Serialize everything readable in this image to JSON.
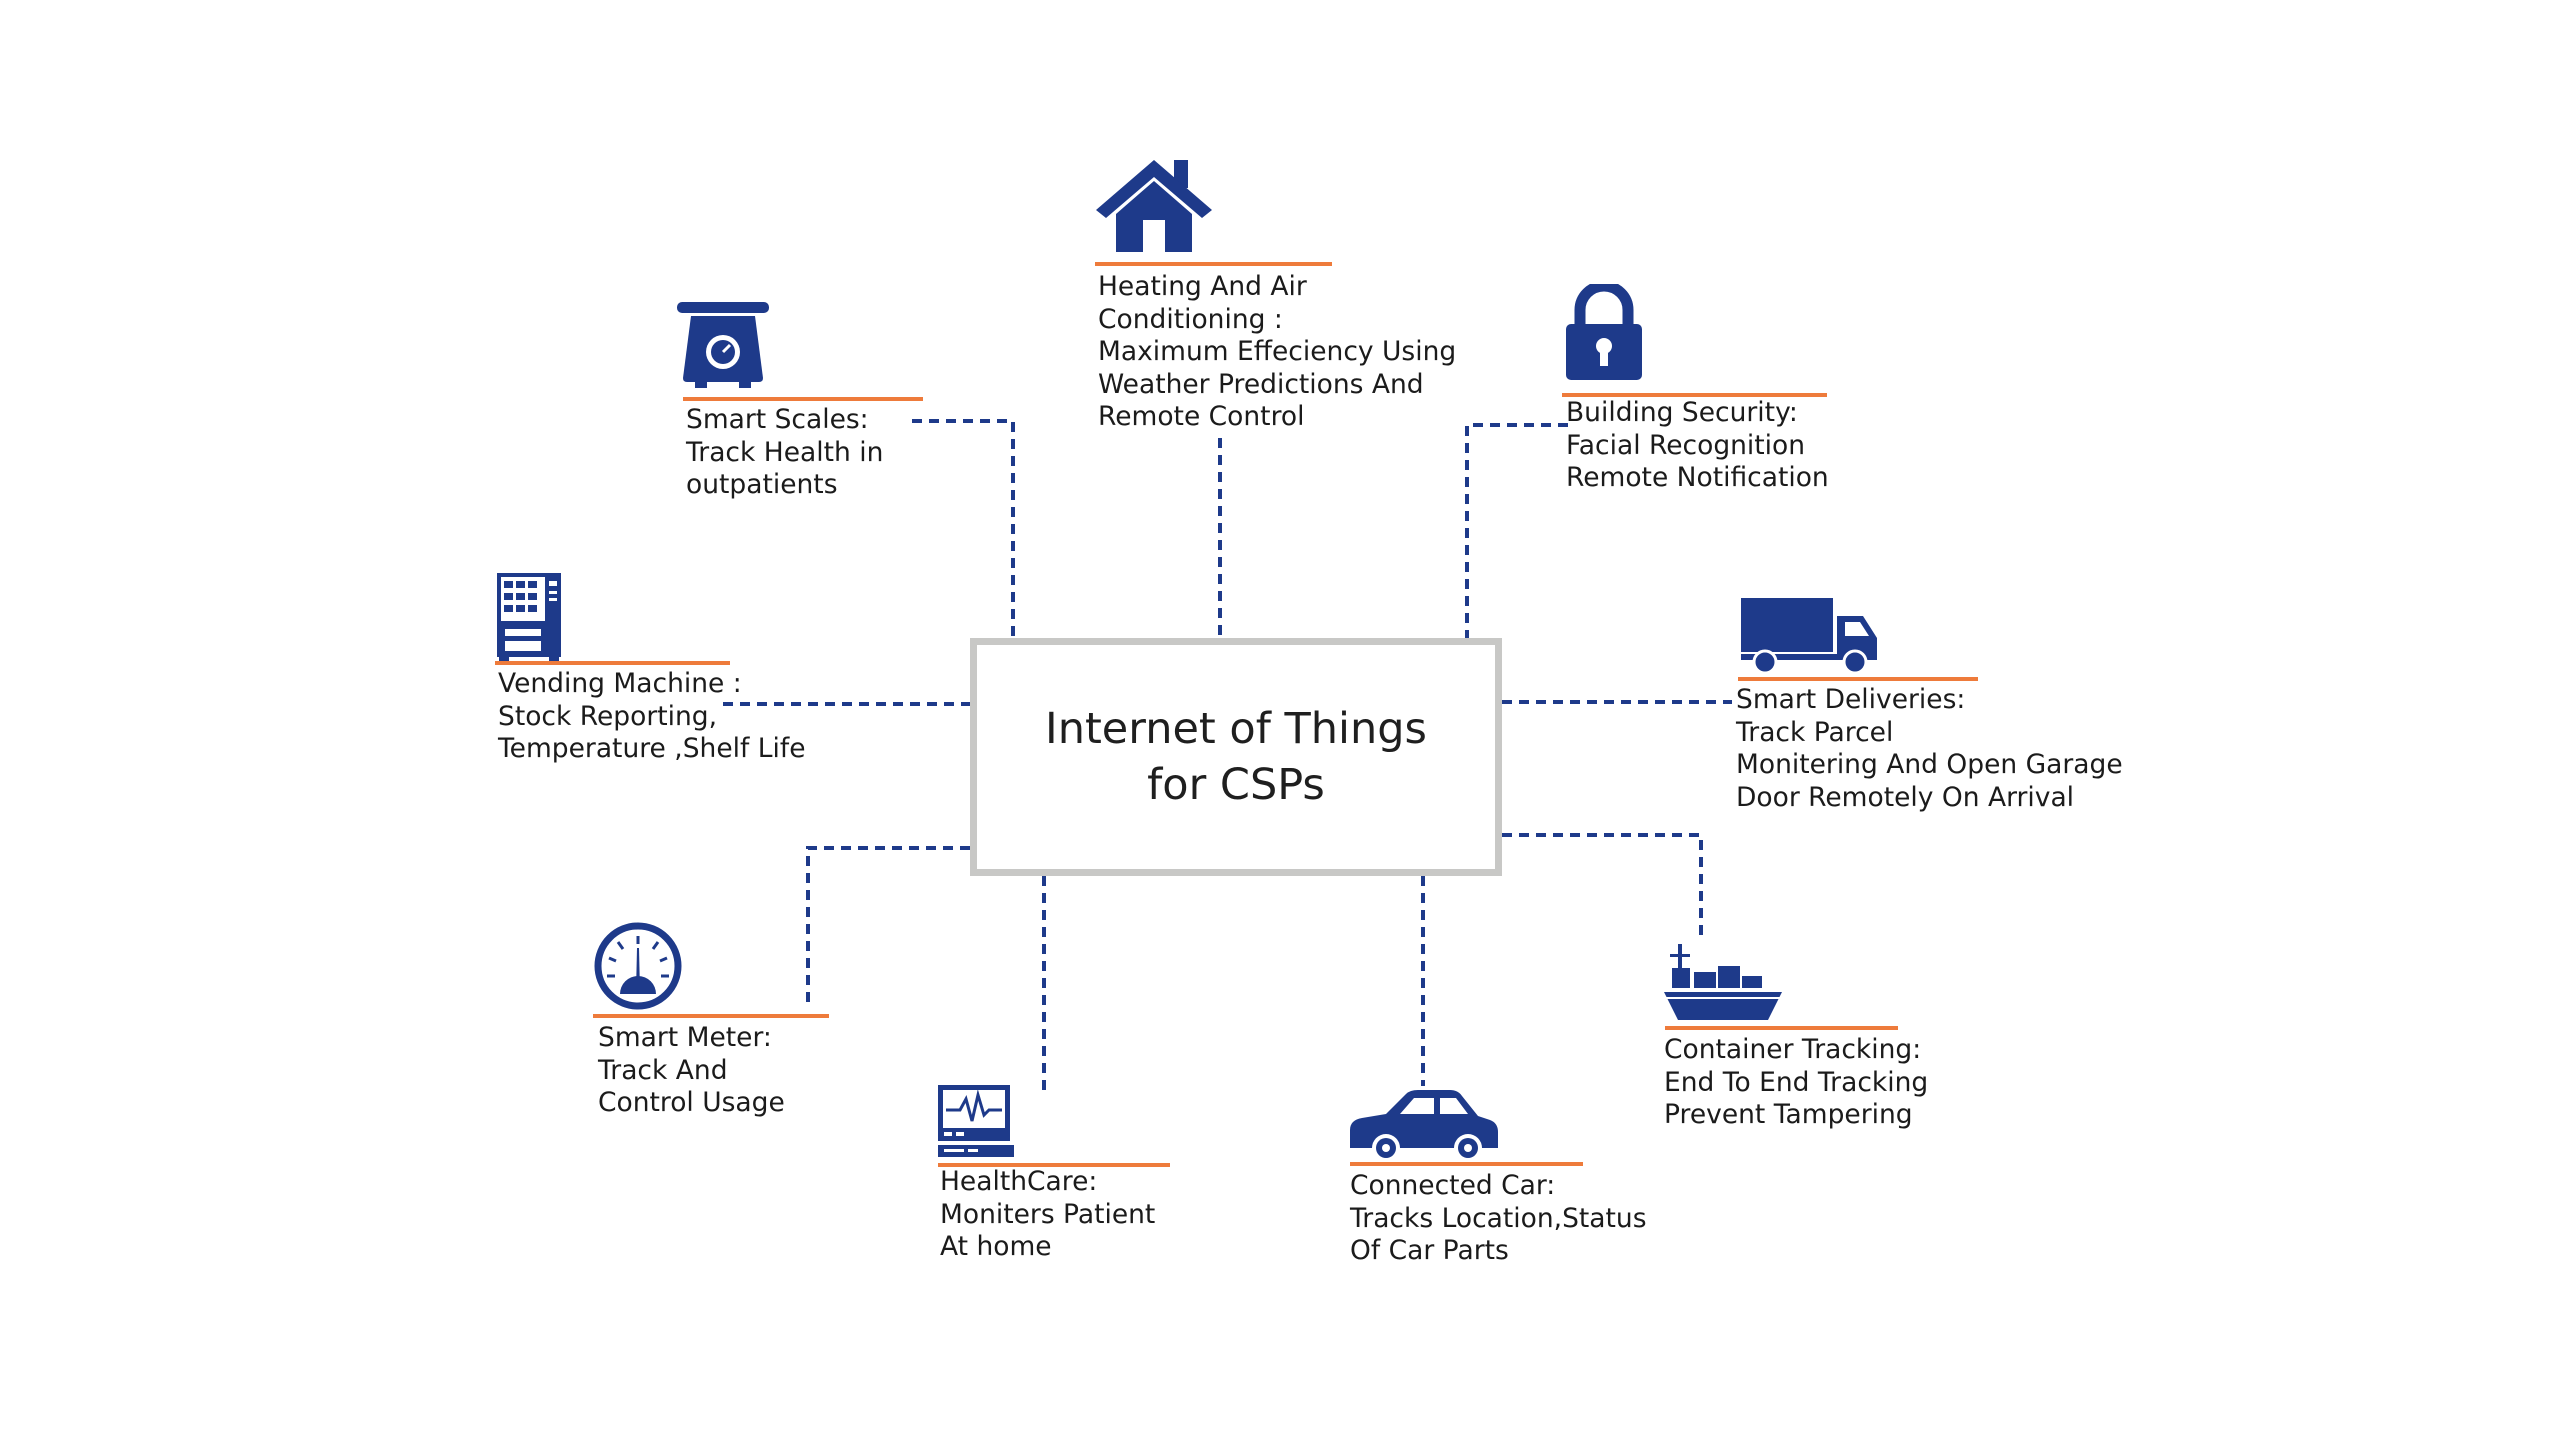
{
  "diagram": {
    "center": {
      "lines": [
        "Internet of Things",
        "for CSPs"
      ]
    },
    "nodes": [
      {
        "id": "heating",
        "icon": "house-icon",
        "lines": [
          "Heating And Air",
          "Conditioning :",
          "Maximum Effeciency Using",
          "Weather Predictions And",
          "Remote Control"
        ]
      },
      {
        "id": "scales",
        "icon": "scale-icon",
        "lines": [
          "Smart Scales:",
          "Track Health in",
          "outpatients"
        ]
      },
      {
        "id": "security",
        "icon": "padlock-icon",
        "lines": [
          "Building Security:",
          "Facial Recognition",
          "Remote Notification"
        ]
      },
      {
        "id": "vending",
        "icon": "vending-machine-icon",
        "lines": [
          "Vending Machine :",
          "Stock Reporting,",
          "Temperature ,Shelf Life"
        ]
      },
      {
        "id": "deliveries",
        "icon": "truck-icon",
        "lines": [
          "Smart Deliveries:",
          "Track Parcel",
          "Monitering And Open Garage",
          "Door Remotely On Arrival"
        ]
      },
      {
        "id": "meter",
        "icon": "gauge-icon",
        "lines": [
          "Smart Meter:",
          "Track And",
          "Control Usage"
        ]
      },
      {
        "id": "healthcare",
        "icon": "heart-monitor-icon",
        "lines": [
          "HealthCare:",
          "Moniters Patient",
          "At home"
        ]
      },
      {
        "id": "car",
        "icon": "car-icon",
        "lines": [
          "Connected Car:",
          "Tracks Location,Status",
          "Of Car Parts"
        ]
      },
      {
        "id": "container",
        "icon": "cargo-ship-icon",
        "lines": [
          "Container Tracking:",
          "End To End Tracking",
          "Prevent Tampering"
        ]
      }
    ]
  },
  "colors": {
    "icon": "#1e3a8a",
    "accent_rule": "#ee7b3b",
    "connector": "#1e3a8a",
    "box_border": "#c8c8c6",
    "text": "#1b1b1b"
  }
}
